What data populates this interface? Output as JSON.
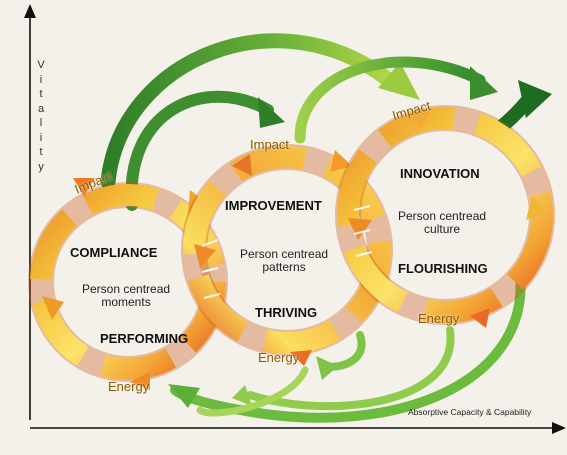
{
  "axes": {
    "y_label": "Vitality",
    "x_label": "Absorptive Capacity & Capability"
  },
  "rings": [
    {
      "top_arc": "Impact",
      "title": "COMPLIANCE",
      "body": [
        "Person centread",
        "moments"
      ],
      "bottom_title": "PERFORMING",
      "bottom_arc": "Energy"
    },
    {
      "top_arc": "Impact",
      "title": "IMPROVEMENT",
      "body": [
        "Person centread",
        "patterns"
      ],
      "bottom_title": "THRIVING",
      "bottom_arc": "Energy"
    },
    {
      "top_arc": "Impact",
      "title": "INNOVATION",
      "body": [
        "Person centread",
        "culture"
      ],
      "bottom_title": "FLOURISHING",
      "bottom_arc": "Energy"
    }
  ],
  "colors": {
    "ring_orange": "#f29a2a",
    "ring_yellow": "#fbe36a",
    "ring_red": "#e0541f",
    "arrow_dark_green": "#1f6b22",
    "arrow_light_green": "#9fd04a"
  }
}
